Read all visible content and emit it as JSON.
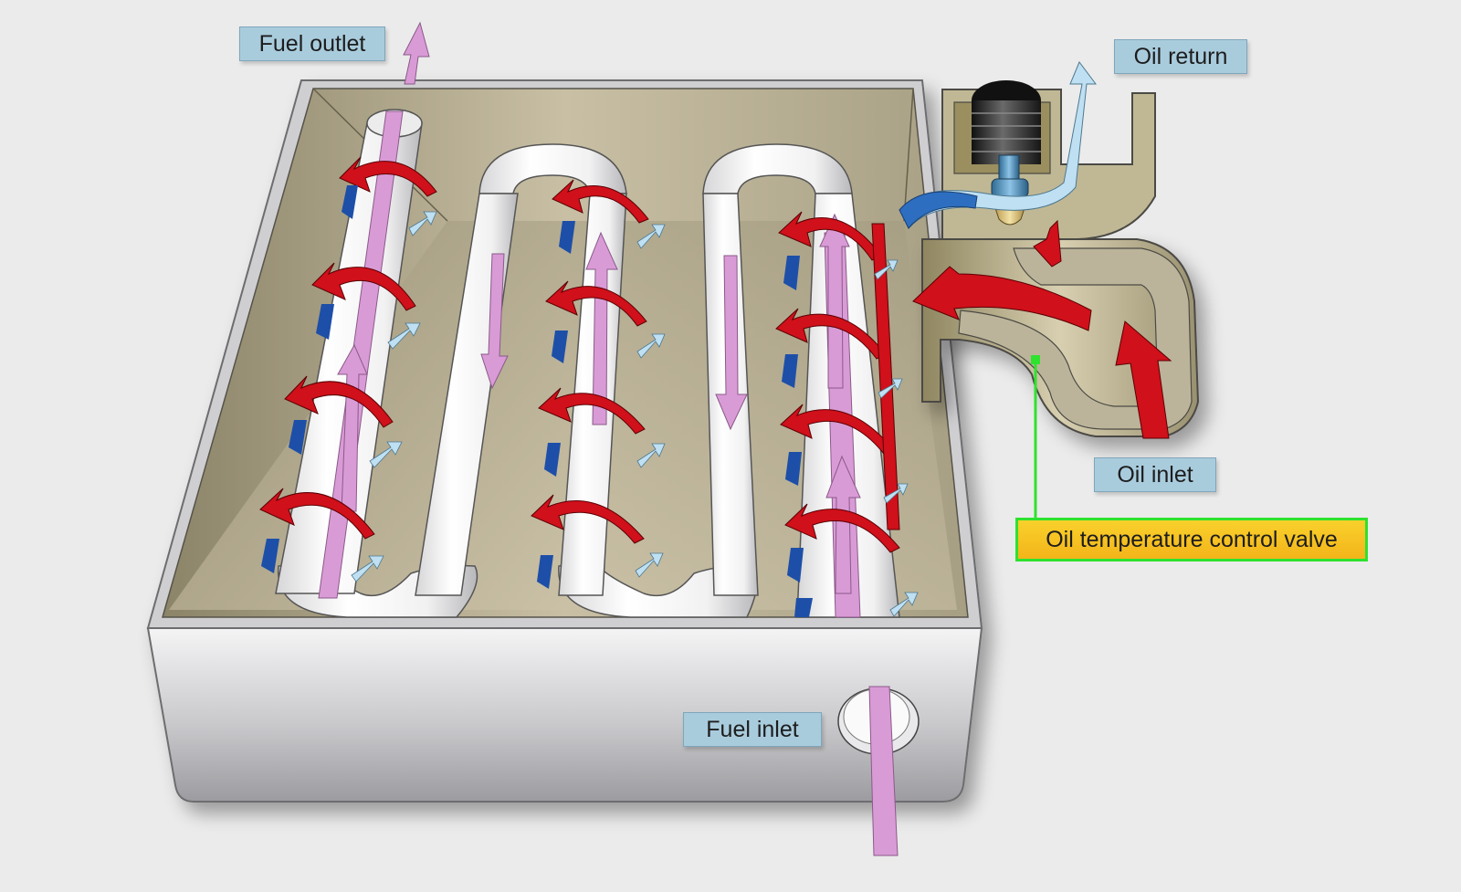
{
  "labels": {
    "fuel_outlet": "Fuel outlet",
    "oil_return": "Oil return",
    "oil_inlet": "Oil inlet",
    "oil_temp_valve": "Oil temperature control valve",
    "fuel_inlet": "Fuel inlet"
  },
  "colors": {
    "background": "#ebebeb",
    "fuel_flow": "#d99bd6",
    "hot_oil": "#d0101a",
    "cooled_oil_dark": "#1d4fa8",
    "cooled_oil_light": "#bfe0f2",
    "label_box": "#a9ccdd",
    "highlight_label": "#f7c31f",
    "leader_line": "#2ee22e",
    "tank_interior": "#b9b094",
    "tank_wall": "#c9c9cb"
  }
}
